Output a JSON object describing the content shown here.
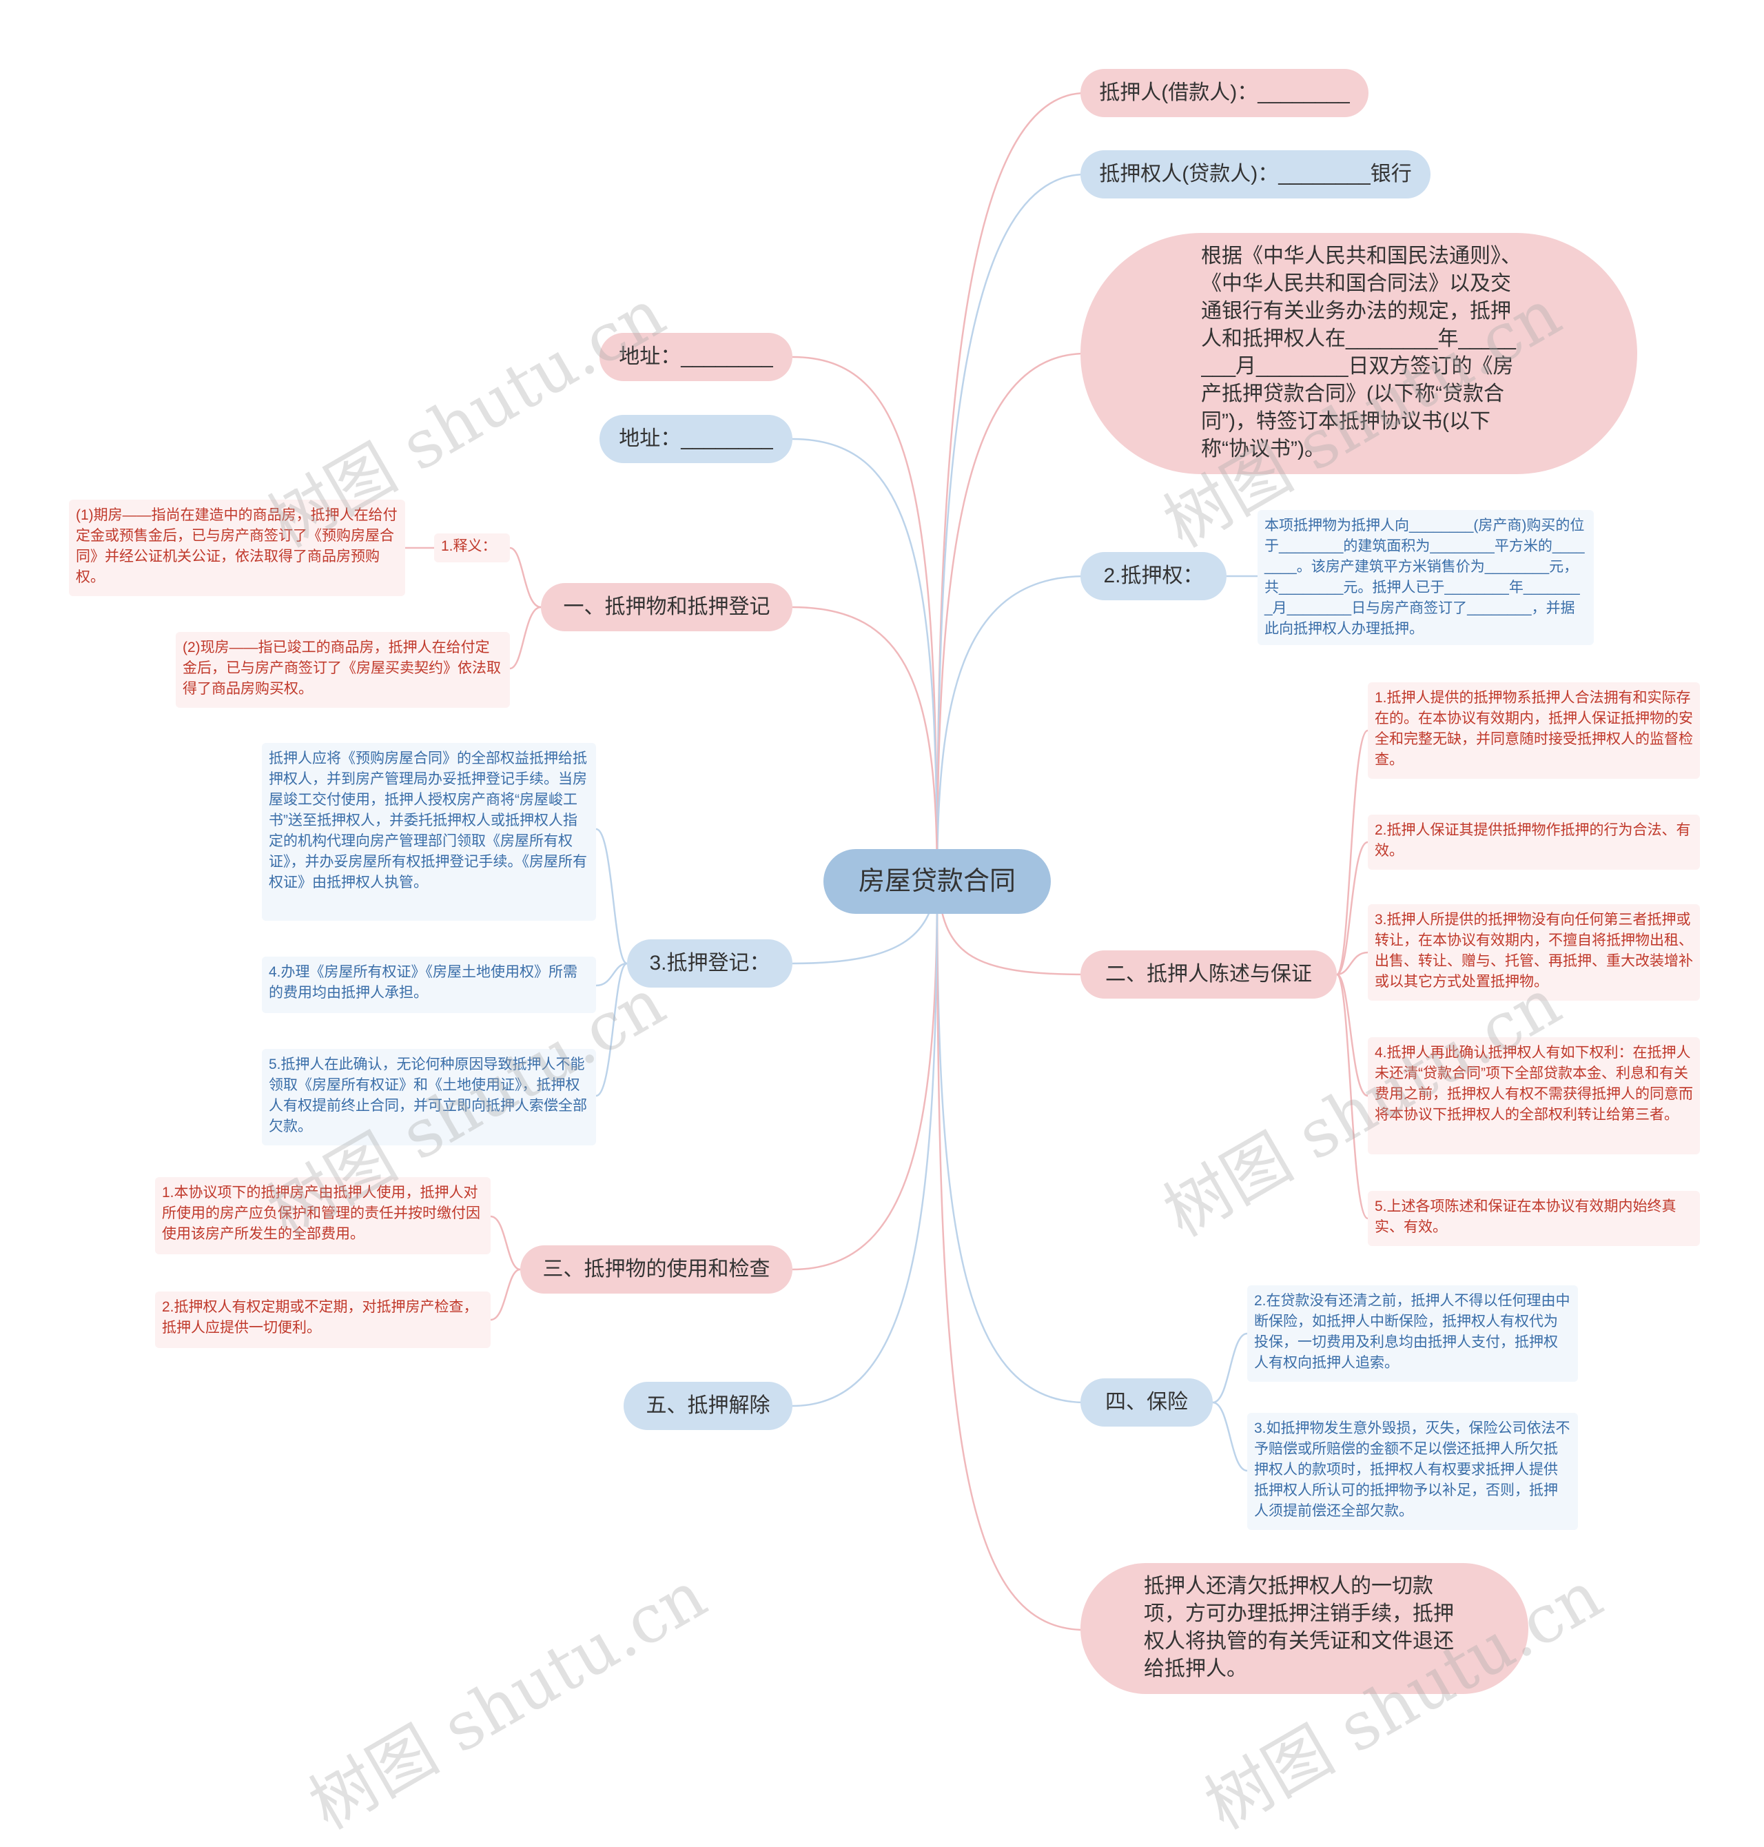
{
  "root": "房屋贷款合同",
  "right": {
    "pledgor": "抵押人(借款人)：________",
    "pledgee": "抵押权人(贷款人)：________银行",
    "intro": "根据《中华人民共和国民法通则》、《中华人民共和国合同法》以及交通银行有关业务办法的规定，抵押人和抵押权人在________年________月________日双方签订的《房产抵押贷款合同》(以下称“贷款合同”)，特签订本抵押协议书(以下称“协议书”)。",
    "right2": "2.抵押权：",
    "right2_note": "本项抵押物为抵押人向________(房产商)购买的位于________的建筑面积为________平方米的________。该房产建筑平方米销售价为________元，共________元。抵押人已于________年________月________日与房产商签订了________，并据此向抵押权人办理抵押。",
    "sec2": "二、抵押人陈述与保证",
    "sec2_items": [
      "1.抵押人提供的抵押物系抵押人合法拥有和实际存在的。在本协议有效期内，抵押人保证抵押物的安全和完整无缺，并同意随时接受抵押权人的监督检查。",
      "2.抵押人保证其提供抵押物作抵押的行为合法、有效。",
      "3.抵押人所提供的抵押物没有向任何第三者抵押或转让，在本协议有效期内，不擅自将抵押物出租、出售、转让、赠与、托管、再抵押、重大改装增补或以其它方式处置抵押物。",
      "4.抵押人再此确认抵押权人有如下权利：在抵押人未还清“贷款合同”项下全部贷款本金、利息和有关费用之前，抵押权人有权不需获得抵押人的同意而将本协议下抵押权人的全部权利转让给第三者。",
      "5.上述各项陈述和保证在本协议有效期内始终真实、有效。"
    ],
    "sec4": "四、保险",
    "sec4_items": [
      "2.在贷款没有还清之前，抵押人不得以任何理由中断保险，如抵押人中断保险，抵押权人有权代为投保，一切费用及利息均由抵押人支付，抵押权人有权向抵押人追索。",
      "3.如抵押物发生意外毁损，灭失，保险公司依法不予赔偿或所赔偿的金额不足以偿还抵押人所欠抵押权人的款项时，抵押权人有权要求抵押人提供抵押权人所认可的抵押物予以补足，否则，抵押人须提前偿还全部欠款。"
    ],
    "release": "抵押人还清欠抵押权人的一切款项，方可办理抵押注销手续，抵押权人将执管的有关凭证和文件退还给抵押人。"
  },
  "left": {
    "addr1": "地址：________",
    "addr2": "地址：________",
    "sec1": "一、抵押物和抵押登记",
    "sec1_tag": "1.释义：",
    "sec1_items": [
      "(1)期房——指尚在建造中的商品房，抵押人在给付定金或预售金后，已与房产商签订了《预购房屋合同》并经公证机关公证，依法取得了商品房预购权。",
      "(2)现房——指已竣工的商品房，抵押人在给付定金后，已与房产商签订了《房屋买卖契约》依法取得了商品房购买权。"
    ],
    "sec3": "3.抵押登记：",
    "sec3_items": [
      "抵押人应将《预购房屋合同》的全部权益抵押给抵押权人，并到房产管理局办妥抵押登记手续。当房屋竣工交付使用，抵押人授权房产商将“房屋峻工书”送至抵押权人，并委托抵押权人或抵押权人指定的机构代理向房产管理部门领取《房屋所有权证》，并办妥房屋所有权抵押登记手续。《房屋所有权证》由抵押权人执管。",
      "4.办理《房屋所有权证》《房屋土地使用权》所需的费用均由抵押人承担。",
      "5.抵押人在此确认，无论何种原因导致抵押人不能领取《房屋所有权证》和《土地使用证》，抵押权人有权提前终止合同，并可立即向抵押人索偿全部欠款。"
    ],
    "sec3b": "三、抵押物的使用和检查",
    "sec3b_items": [
      "1.本协议项下的抵押房产由抵押人使用，抵押人对所使用的房产应负保护和管理的责任并按时缴付因使用该房产所发生的全部费用。",
      "2.抵押权人有权定期或不定期，对抵押房产检查，抵押人应提供一切便利。"
    ],
    "sec5": "五、抵押解除"
  },
  "watermark": "树图 shutu.cn",
  "colors": {
    "pink": "#f5d0d2",
    "blue": "#cddff0",
    "root": "#a3c2e0",
    "red_text": "#c0392b",
    "blue_text": "#3a6ea8"
  }
}
